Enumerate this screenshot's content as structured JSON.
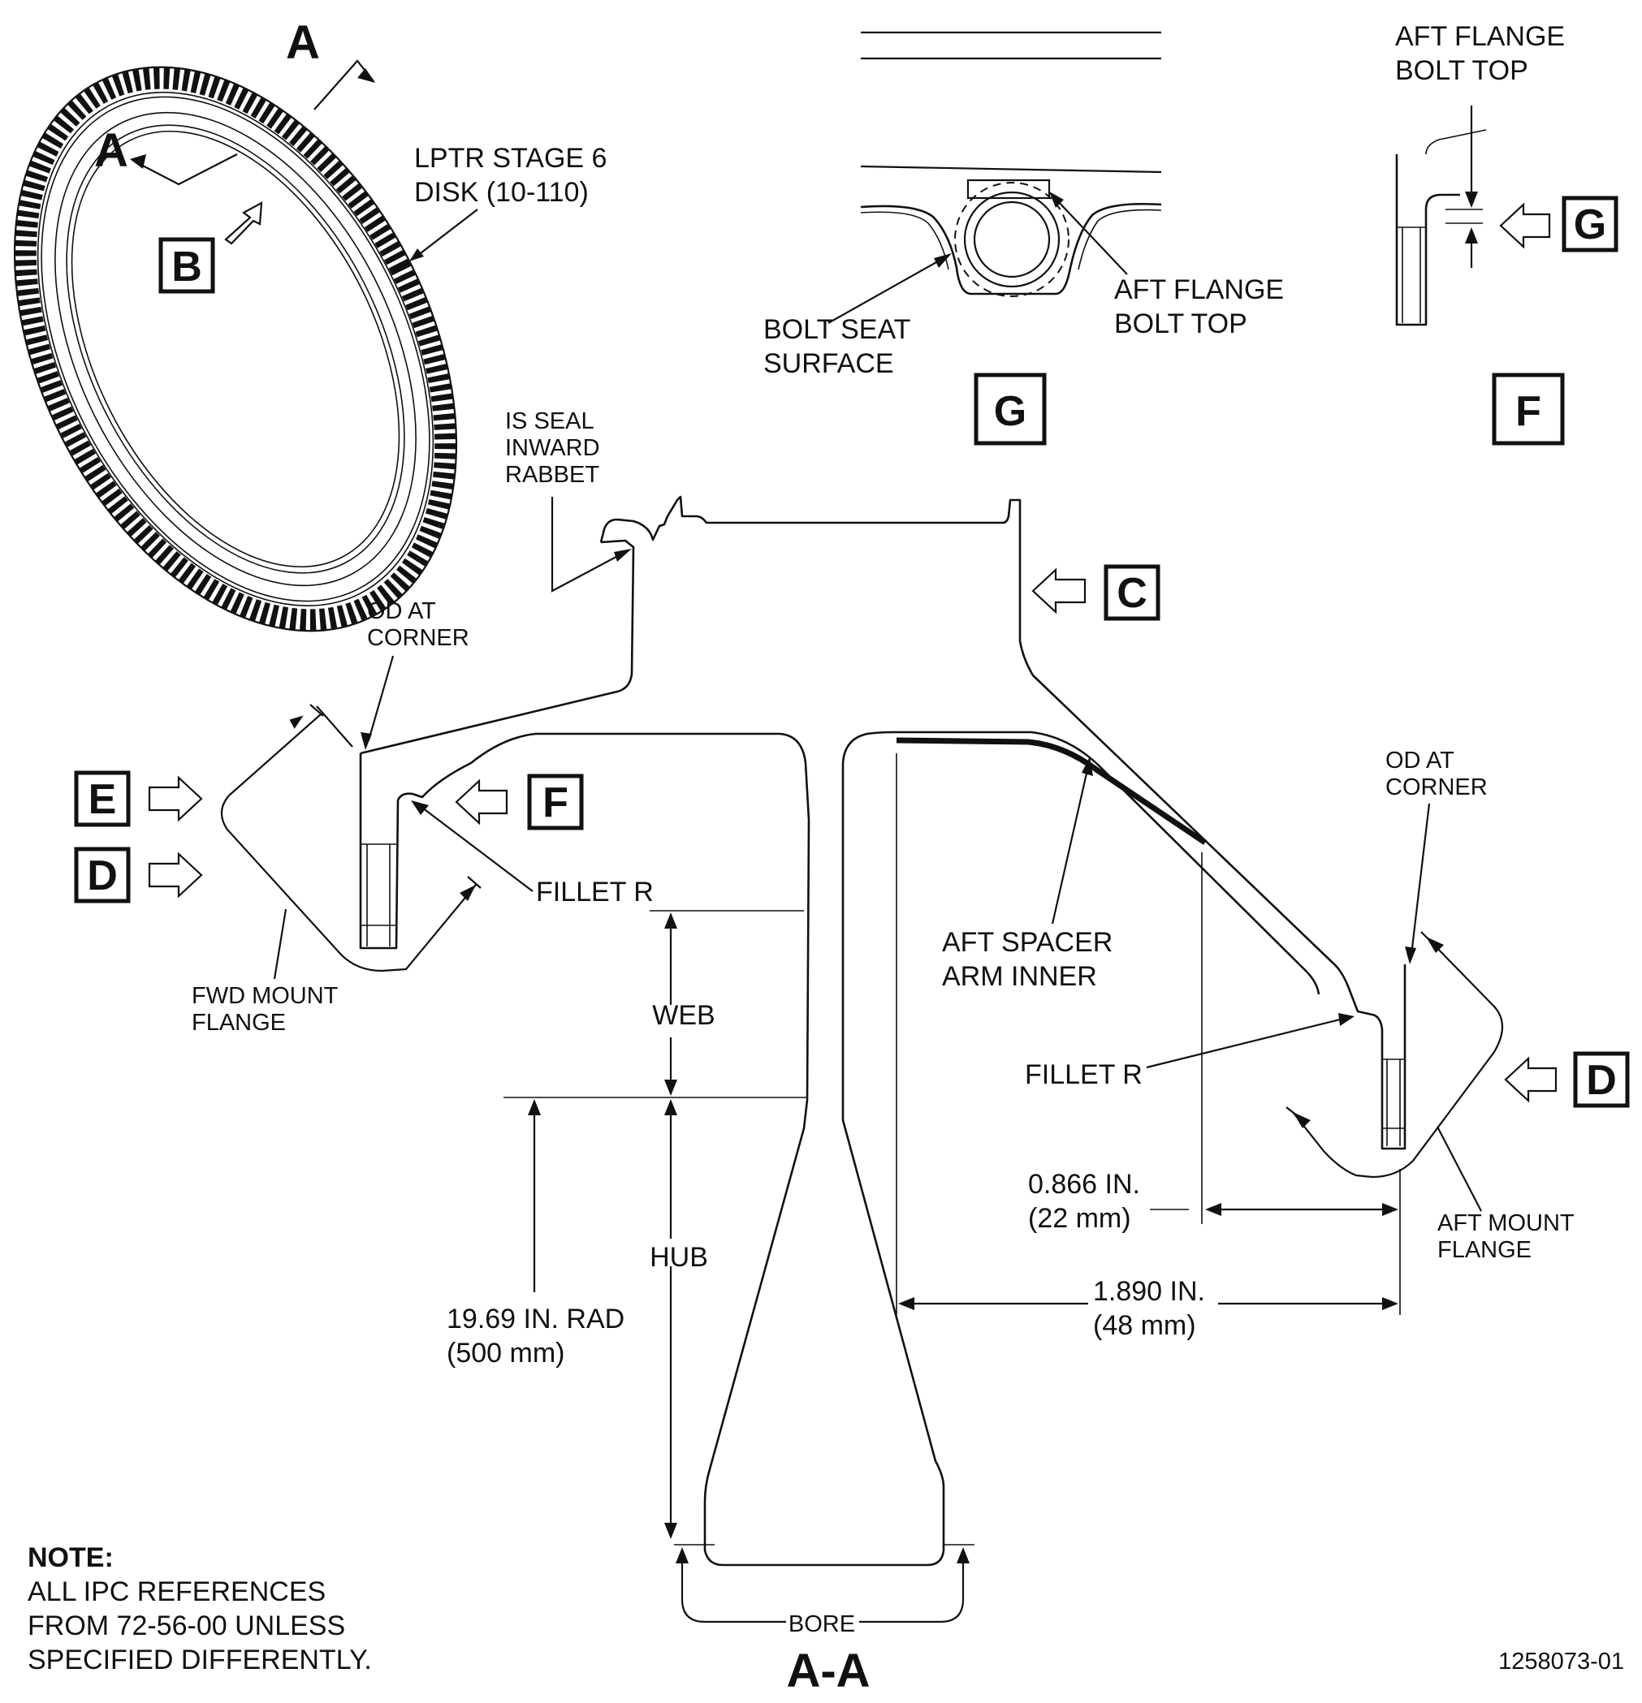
{
  "labels": {
    "lptr_disk": [
      "LPTR STAGE 6",
      "DISK (10-110)"
    ],
    "aft_flange_bolt_top_f": [
      "AFT FLANGE",
      "BOLT TOP"
    ],
    "bolt_seat_surface": [
      "BOLT SEAT",
      "SURFACE"
    ],
    "aft_flange_bolt_top_g": [
      "AFT FLANGE",
      "BOLT TOP"
    ],
    "is_seal": [
      "IS SEAL",
      "INWARD",
      "RABBET"
    ],
    "od_at_corner_fwd": [
      "OD AT",
      "CORNER"
    ],
    "od_at_corner_aft": [
      "OD AT",
      "CORNER"
    ],
    "fillet_r_fwd": "FILLET R",
    "fillet_r_aft": "FILLET R",
    "fwd_mount_flange": [
      "FWD MOUNT",
      "FLANGE"
    ],
    "aft_mount_flange": [
      "AFT MOUNT",
      "FLANGE"
    ],
    "aft_spacer_arm": [
      "AFT SPACER",
      "ARM INNER"
    ],
    "web": "WEB",
    "hub": "HUB",
    "bore": "BORE",
    "rad": [
      "19.69 IN. RAD",
      "(500 mm)"
    ],
    "dim_small": [
      "0.866 IN.",
      "(22 mm)"
    ],
    "dim_large": [
      "1.890 IN.",
      "(48 mm)"
    ]
  },
  "view_letters": {
    "section_a1": "A",
    "section_a2": "A",
    "b": "B",
    "g_detail": "G",
    "f_detail": "F",
    "g_arrow": "G",
    "c": "C",
    "e": "E",
    "d_fwd": "D",
    "f_arrow": "F",
    "d_aft": "D"
  },
  "section_title": "A-A",
  "note": {
    "title": "NOTE:",
    "lines": [
      "ALL IPC REFERENCES",
      "FROM 72-56-00 UNLESS",
      "SPECIFIED DIFFERENTLY."
    ]
  },
  "figure_id": "1258073-01"
}
